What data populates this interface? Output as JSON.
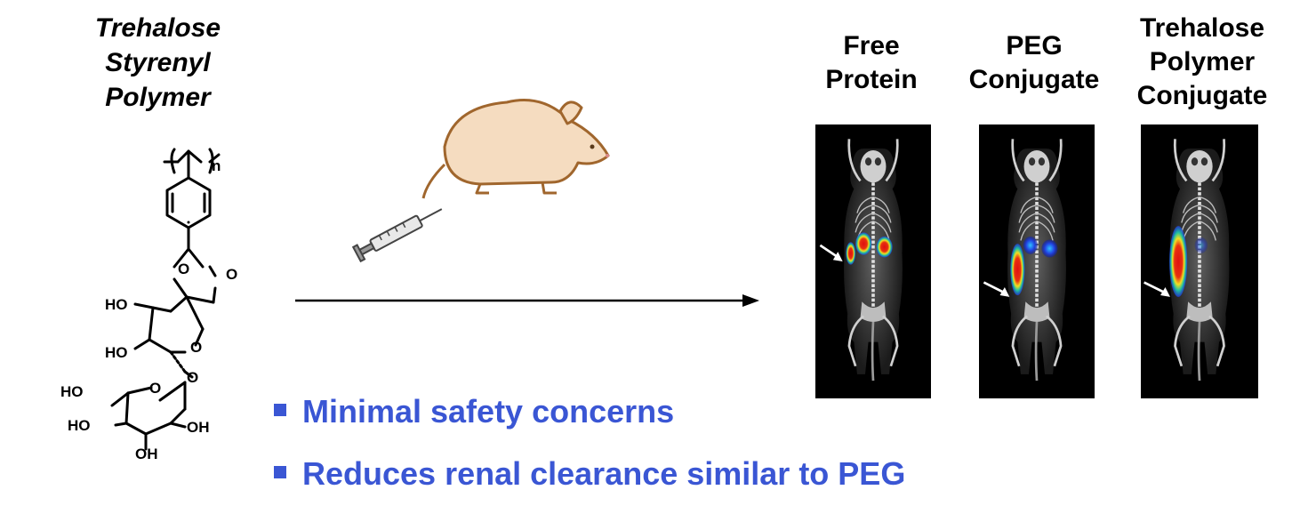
{
  "polymer": {
    "title_lines": [
      "Trehalose",
      "Styrenyl",
      "Polymer"
    ],
    "repeat_subscript": "n",
    "atoms": {
      "o_ring1": "O",
      "o_ring2": "O",
      "o_ring3": "O",
      "o_link": "O",
      "o_ring4": "O",
      "ho_1": "HO",
      "ho_2": "HO",
      "ho_3": "HO",
      "ho_4": "HO",
      "oh_1": "OH",
      "oh_2": "OH"
    }
  },
  "columns": [
    {
      "title_lines": [
        "Free",
        "Protein"
      ]
    },
    {
      "title_lines": [
        "PEG",
        "Conjugate"
      ]
    },
    {
      "title_lines": [
        "Trehalose",
        "Polymer",
        "Conjugate"
      ]
    }
  ],
  "bullets": [
    "Minimal safety concerns",
    "Reduces renal clearance similar to PEG"
  ],
  "icons": [
    "mouse-icon",
    "syringe-icon",
    "arrow-right-icon"
  ],
  "colors": {
    "bullet_text": "#3a56d4",
    "mouse_fill": "#f5dcc0",
    "mouse_outline": "#a0662d",
    "heat_hot": "#e01010",
    "heat_warm": "#f0e020",
    "heat_cool": "#2040e0"
  }
}
